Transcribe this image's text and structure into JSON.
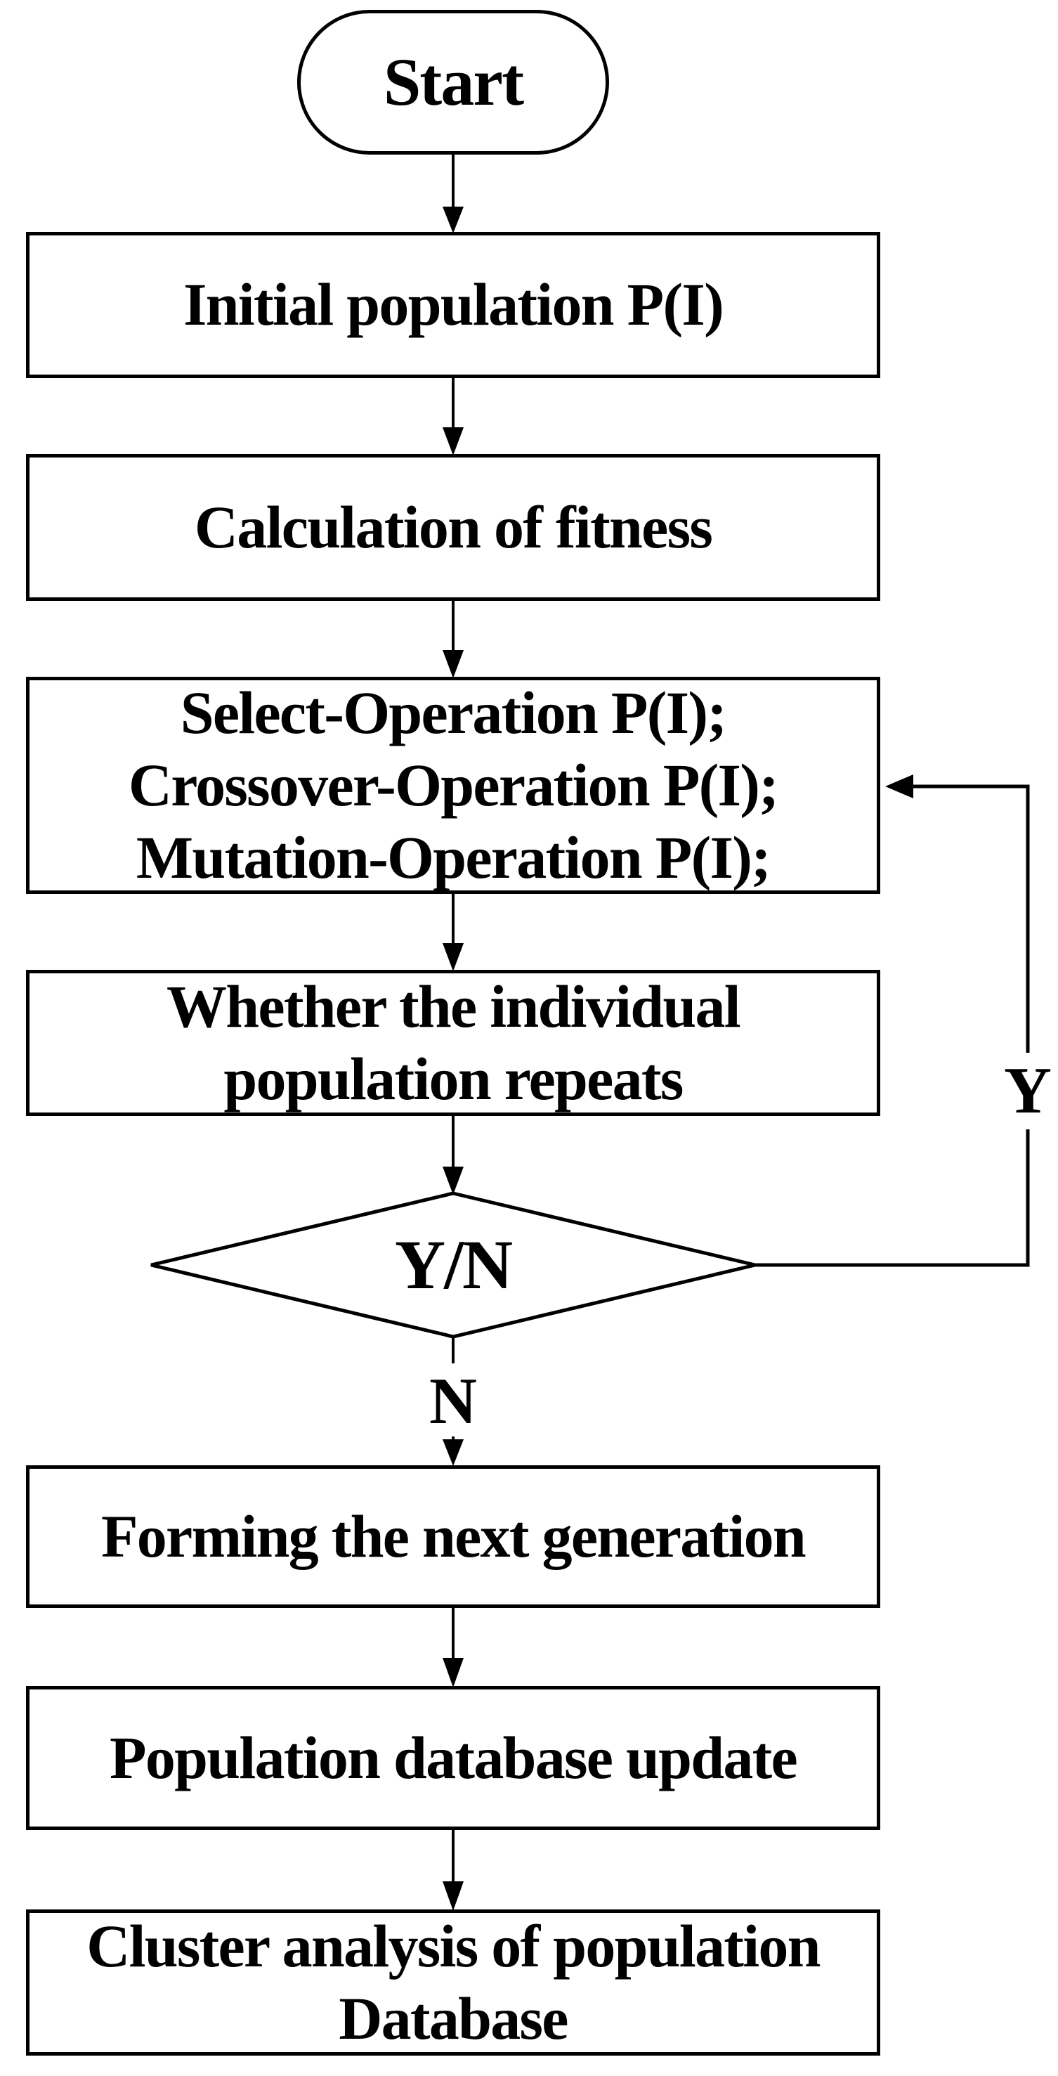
{
  "colors": {
    "ink": "#000000",
    "background": "#ffffff"
  },
  "diagram": {
    "type": "flowchart",
    "nodes": {
      "start": {
        "shape": "terminator",
        "label": "Start"
      },
      "initial_population": {
        "shape": "process",
        "label": "Initial population P(I)"
      },
      "calculation_of_fitness": {
        "shape": "process",
        "label": "Calculation of fitness"
      },
      "genetic_operations": {
        "shape": "process",
        "label": "Select-Operation P(I);\nCrossover-Operation P(I);\nMutation-Operation P(I);"
      },
      "repeat_check": {
        "shape": "process",
        "label": "Whether the individual\npopulation repeats"
      },
      "decision": {
        "shape": "decision",
        "label": "Y/N"
      },
      "next_generation": {
        "shape": "process",
        "label": "Forming the next generation"
      },
      "database_update": {
        "shape": "process",
        "label": "Population database update"
      },
      "cluster_analysis": {
        "shape": "process",
        "label": "Cluster analysis of population\nDatabase"
      }
    },
    "edge_labels": {
      "yes": "Y",
      "no": "N"
    }
  }
}
